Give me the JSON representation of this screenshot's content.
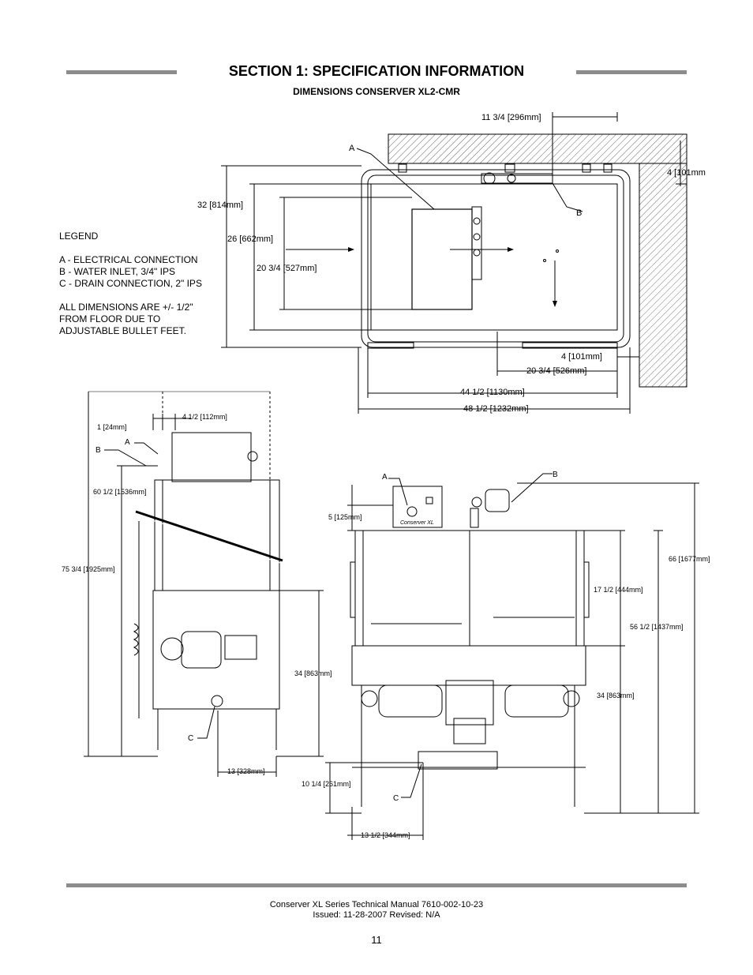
{
  "header": {
    "title": "SECTION 1: SPECIFICATION INFORMATION",
    "subtitle": "DIMENSIONS CONSERVER XL2-CMR"
  },
  "legend": {
    "heading": "LEGEND",
    "items": [
      "A - ELECTRICAL CONNECTION",
      "B - WATER INLET, 3/4\" IPS",
      "C - DRAIN CONNECTION, 2\" IPS"
    ],
    "note_lines": [
      "ALL DIMENSIONS ARE +/- 1/2\"",
      "FROM FLOOR DUE TO",
      "ADJUSTABLE BULLET FEET."
    ]
  },
  "top_view": {
    "dim_11_3_4": "11 3/4 [296mm]",
    "dim_4_top": "4 [101mm",
    "dim_32": "32 [814mm]",
    "dim_26": "26 [662mm]",
    "dim_20_3_4_left": "20 3/4 [527mm]",
    "dim_4_bottom": "4 [101mm]",
    "dim_20_3_4_bottom": "20 3/4 [526mm]",
    "dim_44_1_2": "44 1/2 [1130mm]",
    "dim_48_1_2": "48 1/2 [1232mm]",
    "label_a": "A",
    "label_b": "B"
  },
  "side_view": {
    "dim_1": "1 [24mm]",
    "dim_4_1_2": "4 1/2 [112mm]",
    "dim_60_1_2": "60 1/2 [1536mm]",
    "dim_75_3_4": "75 3/4 [1925mm]",
    "dim_34": "34 [863mm]",
    "dim_13": "13 [328mm]",
    "label_a": "A",
    "label_b": "B",
    "label_c": "C"
  },
  "front_view": {
    "dim_5": "5 [125mm]",
    "dim_66": "66 [1677mm]",
    "dim_17_1_2": "17 1/2 [444mm]",
    "dim_56_1_2": "56 1/2 [1437mm]",
    "dim_34": "34 [863mm]",
    "dim_10_1_4": "10 1/4 [261mm]",
    "dim_13_1_2": "13 1/2 [344mm]",
    "label_a": "A",
    "label_b": "B",
    "label_c": "C",
    "panel_logo": "Conserver XL"
  },
  "footer": {
    "manual": "Conserver XL Series Technical Manual 7610-002-10-23",
    "issued": "Issued: 11-28-2007  Revised: N/A",
    "page_number": "11"
  }
}
